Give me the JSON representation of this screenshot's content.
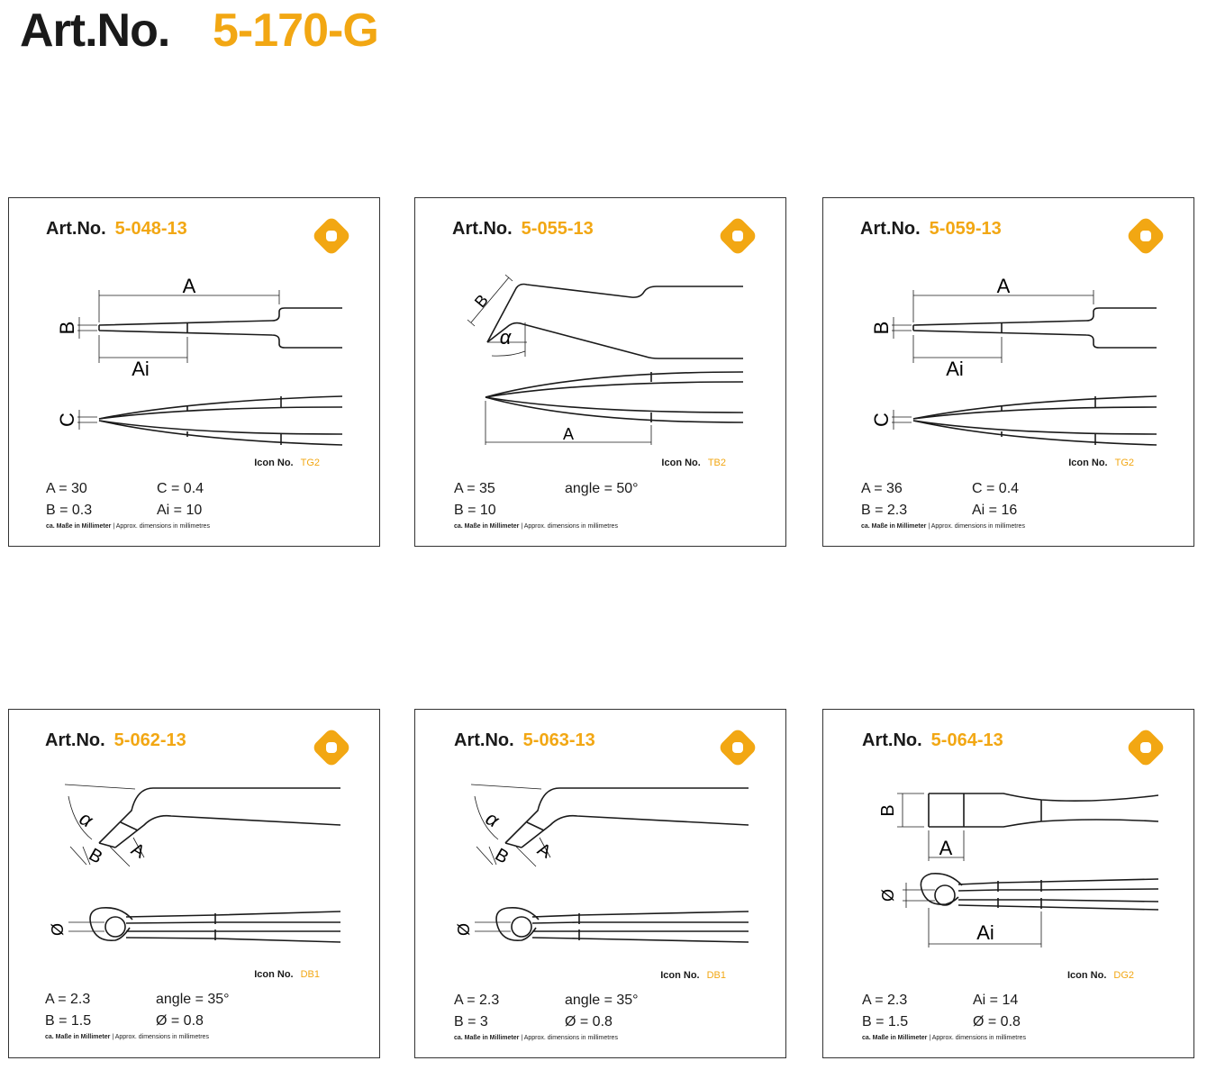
{
  "header": {
    "label": "Art.No.",
    "number": "5-170-G"
  },
  "colors": {
    "accent": "#f2a713",
    "ink": "#1a1a1a"
  },
  "note": {
    "de": "ca. Maße in Millimeter",
    "en": "| Approx. dimensions in millimetres"
  },
  "icon_label": "Icon No.",
  "cards": [
    {
      "art_label": "Art.No.",
      "art_no": "5-048-13",
      "icon_no": "TG2",
      "logo": "orange-diamond-icon",
      "specs": [
        "A = 30",
        "C = 0.4",
        "B = 0.3",
        "Ai = 10"
      ],
      "dims": {
        "a": "A",
        "b": "B",
        "ai": "Ai",
        "c": "C"
      }
    },
    {
      "art_label": "Art.No.",
      "art_no": "5-055-13",
      "icon_no": "TB2",
      "logo": "orange-diamond-icon",
      "specs": [
        "A = 35",
        "angle = 50°",
        "B = 10",
        ""
      ],
      "dims": {
        "a": "A",
        "b": "B",
        "alpha": "α"
      }
    },
    {
      "art_label": "Art.No.",
      "art_no": "5-059-13",
      "icon_no": "TG2",
      "logo": "orange-diamond-icon",
      "specs": [
        "A = 36",
        "C = 0.4",
        "B = 2.3",
        "Ai = 16"
      ],
      "dims": {
        "a": "A",
        "b": "B",
        "ai": "Ai",
        "c": "C"
      }
    },
    {
      "art_label": "Art.No.",
      "art_no": "5-062-13",
      "icon_no": "DB1",
      "logo": "orange-diamond-icon",
      "specs": [
        "A = 2.3",
        "angle = 35°",
        "B = 1.5",
        "Ø = 0.8"
      ],
      "dims": {
        "a": "A",
        "b": "B",
        "alpha": "α",
        "dia": "Ø"
      }
    },
    {
      "art_label": "Art.No.",
      "art_no": "5-063-13",
      "icon_no": "DB1",
      "logo": "orange-diamond-icon",
      "specs": [
        "A = 2.3",
        "angle = 35°",
        "B = 3",
        "Ø = 0.8"
      ],
      "dims": {
        "a": "A",
        "b": "B",
        "alpha": "α",
        "dia": "Ø"
      }
    },
    {
      "art_label": "Art.No.",
      "art_no": "5-064-13",
      "icon_no": "DG2",
      "logo": "orange-diamond-icon",
      "specs": [
        "A = 2.3",
        "Ai = 14",
        "B = 1.5",
        "Ø = 0.8"
      ],
      "dims": {
        "a": "A",
        "b": "B",
        "ai": "Ai",
        "dia": "Ø"
      }
    }
  ]
}
